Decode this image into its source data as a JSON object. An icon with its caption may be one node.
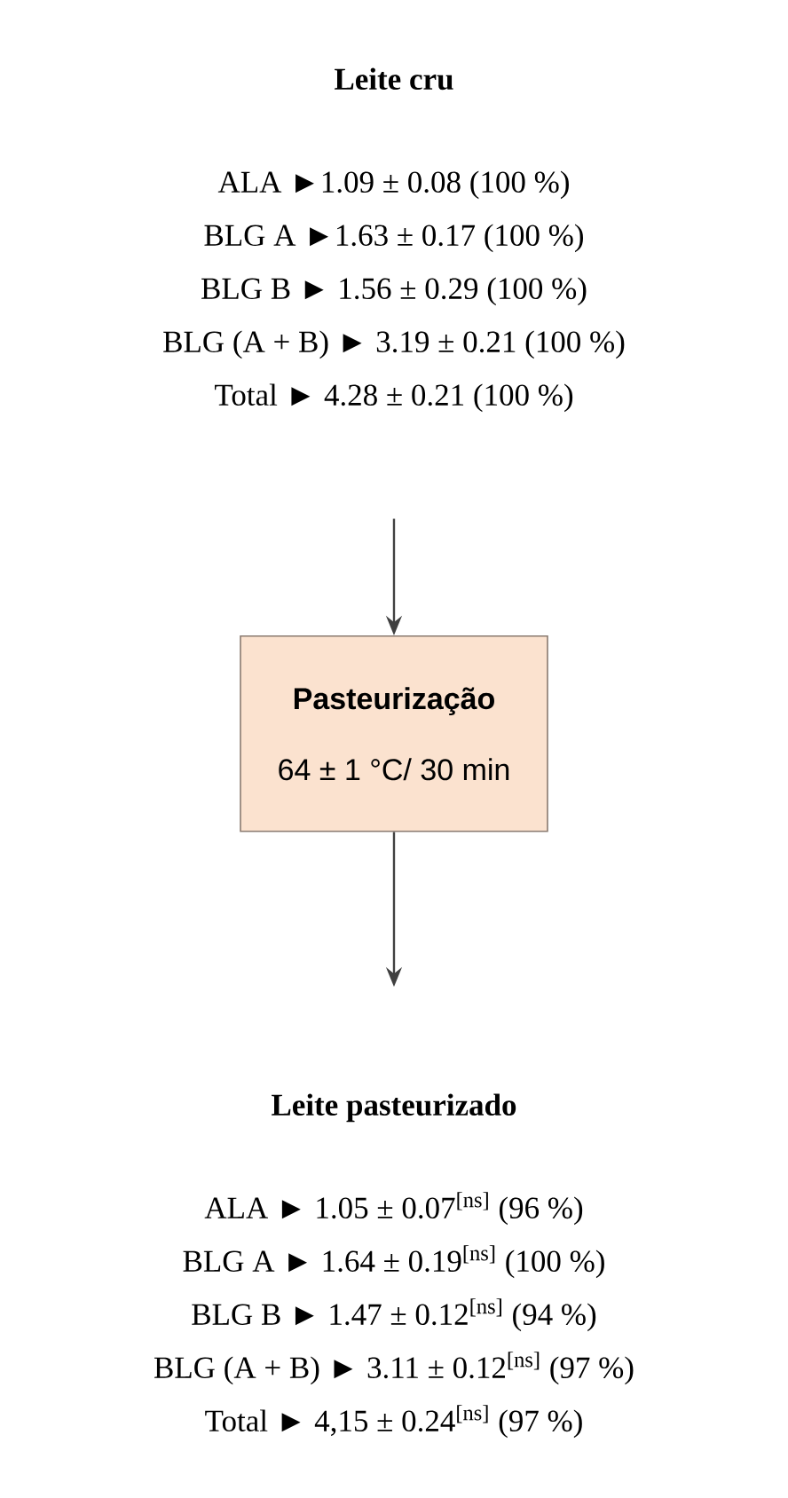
{
  "diagram": {
    "nodes": [
      {
        "text": [
          "Leite cru",
          "ALA  ►1.09 ± 0.08 (100 %)",
          "BLG A ►1.63 ± 0.17 (100 %)",
          "BLG B ► 1.56 ± 0.29 (100 %)",
          "BLG (A + B) ► 3.19 ± 0.21 (100 %)",
          "Total ► 4.28 ± 0.21 (100 %)"
        ]
      },
      {
        "text": [
          "Pasteurização",
          "64 ± 1 °C/ 30 min"
        ]
      },
      {
        "text": [
          "Leite pasteurizado",
          "ALA ► 1.05 ± 0.07$^{[ns]}$ (96 %)",
          "BLG A ► 1.64 ± 0.19$^{[ns]}$ (100 %)",
          "BLG B ► 1.47 ± 0.12$^{[ns]}$ (94 %)",
          "BLG (A + B) ► 3.11 ± 0.12$^{[ns]}$ (97 %)",
          "Total ► 4,15 ± 0.24$^{[ns]}$ (97 %)"
        ]
      }
    ],
    "edges": [
      {
        "from": 0,
        "to": 1,
        "arrow": "to"
      },
      {
        "from": 1,
        "to": 2,
        "arrow": "to"
      }
    ]
  }
}
